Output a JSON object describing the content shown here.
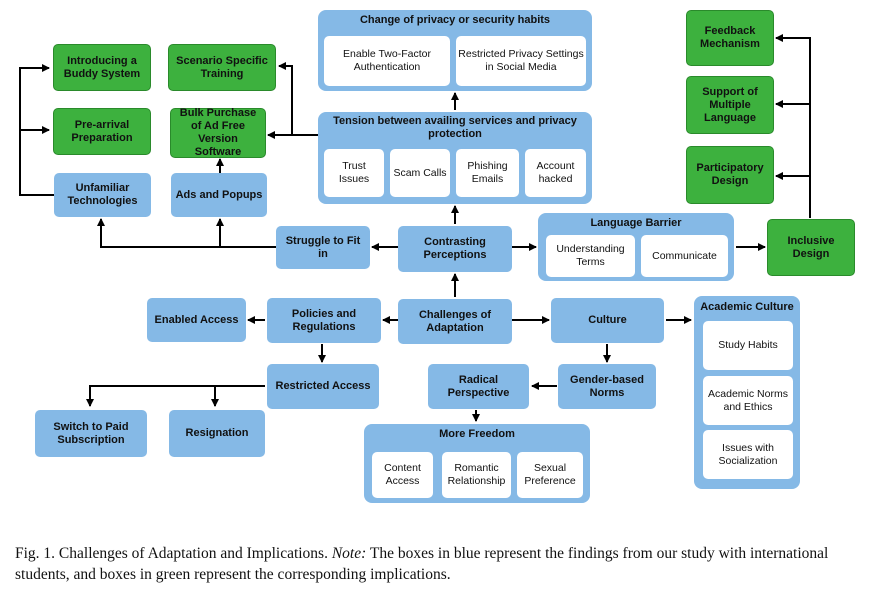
{
  "nodes": {
    "introducing_buddy": "Introducing a Buddy System",
    "scenario_training": "Scenario Specific Training",
    "pre_arrival": "Pre-arrival Preparation",
    "bulk_purchase": "Bulk Purchase of Ad Free Version Software",
    "unfamiliar_tech": "Unfamiliar Technologies",
    "ads_popups": "Ads and Popups",
    "struggle_fit": "Struggle to Fit in",
    "contrasting_perceptions": "Contrasting Perceptions",
    "challenges_adaptation": "Challenges of Adaptation",
    "enabled_access": "Enabled Access",
    "policies_regulations": "Policies and Regulations",
    "restricted_access": "Restricted Access",
    "switch_paid": "Switch to Paid Subscription",
    "resignation": "Resignation",
    "radical_perspective": "Radical Perspective",
    "gender_norms": "Gender-based Norms",
    "culture": "Culture",
    "inclusive_design": "Inclusive Design",
    "feedback_mechanism": "Feedback Mechanism",
    "support_language": "Support of Multiple Language",
    "participatory_design": "Participatory Design"
  },
  "groups": {
    "change_habits": {
      "title": "Change of privacy or security habits",
      "items": [
        "Enable Two-Factor Authentication",
        "Restricted Privacy Settings in Social Media"
      ]
    },
    "tension": {
      "title": "Tension between availing services and privacy protection",
      "items": [
        "Trust Issues",
        "Scam Calls",
        "Phishing Emails",
        "Account hacked"
      ]
    },
    "language_barrier": {
      "title": "Language Barrier",
      "items": [
        "Understanding Terms",
        "Communicate"
      ]
    },
    "more_freedom": {
      "title": "More Freedom",
      "items": [
        "Content Access",
        "Romantic Relationship",
        "Sexual Preference"
      ]
    },
    "academic_culture": {
      "title": "Academic Culture",
      "items": [
        "Study Habits",
        "Academic Norms and Ethics",
        "Issues with Socialization"
      ]
    }
  },
  "colors": {
    "finding": "#85b9e6",
    "implication": "#3db13e"
  },
  "caption": {
    "label": "Fig. 1.  Challenges of Adaptation and Implications.",
    "note_label": "Note:",
    "text": "The boxes in blue represent the findings from our study with international students, and boxes in green represent the corresponding implications."
  }
}
